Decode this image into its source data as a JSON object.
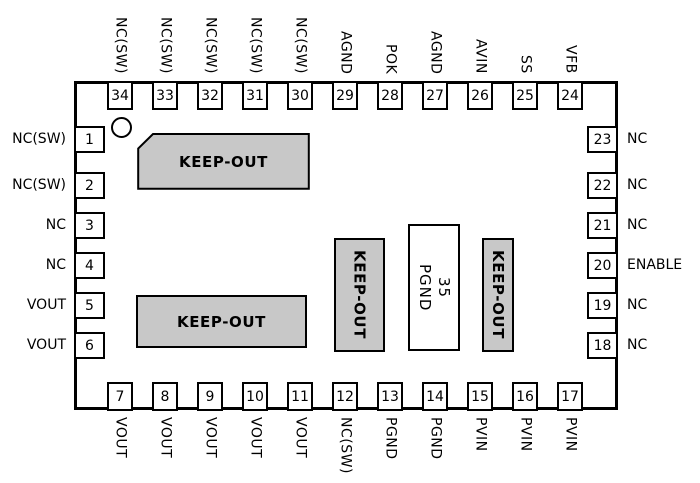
{
  "figure": {
    "type": "ic-package-pinout",
    "keepout_label": "KEEP-OUT",
    "thermal_pad": {
      "number": "35",
      "label": "PGND"
    },
    "pins": {
      "top": [
        {
          "number": "34",
          "label": "NC(SW)"
        },
        {
          "number": "33",
          "label": "NC(SW)"
        },
        {
          "number": "32",
          "label": "NC(SW)"
        },
        {
          "number": "31",
          "label": "NC(SW)"
        },
        {
          "number": "30",
          "label": "NC(SW)"
        },
        {
          "number": "29",
          "label": "AGND"
        },
        {
          "number": "28",
          "label": "POK"
        },
        {
          "number": "27",
          "label": "AGND"
        },
        {
          "number": "26",
          "label": "AVIN"
        },
        {
          "number": "25",
          "label": "SS"
        },
        {
          "number": "24",
          "label": "VFB"
        }
      ],
      "left": [
        {
          "number": "1",
          "label": "NC(SW)"
        },
        {
          "number": "2",
          "label": "NC(SW)"
        },
        {
          "number": "3",
          "label": "NC"
        },
        {
          "number": "4",
          "label": "NC"
        },
        {
          "number": "5",
          "label": "VOUT"
        },
        {
          "number": "6",
          "label": "VOUT"
        }
      ],
      "right": [
        {
          "number": "23",
          "label": "NC"
        },
        {
          "number": "22",
          "label": "NC"
        },
        {
          "number": "21",
          "label": "NC"
        },
        {
          "number": "20",
          "label": "ENABLE"
        },
        {
          "number": "19",
          "label": "NC"
        },
        {
          "number": "18",
          "label": "NC"
        }
      ],
      "bottom": [
        {
          "number": "7",
          "label": "VOUT"
        },
        {
          "number": "8",
          "label": "VOUT"
        },
        {
          "number": "9",
          "label": "VOUT"
        },
        {
          "number": "10",
          "label": "VOUT"
        },
        {
          "number": "11",
          "label": "VOUT"
        },
        {
          "number": "12",
          "label": "NC(SW)"
        },
        {
          "number": "13",
          "label": "PGND"
        },
        {
          "number": "14",
          "label": "PGND"
        },
        {
          "number": "15",
          "label": "PVIN"
        },
        {
          "number": "16",
          "label": "PVIN"
        },
        {
          "number": "17",
          "label": "PVIN"
        }
      ]
    },
    "colors": {
      "keepout_fill": "#c8c8c8",
      "line": "#000000",
      "background": "#ffffff"
    }
  }
}
